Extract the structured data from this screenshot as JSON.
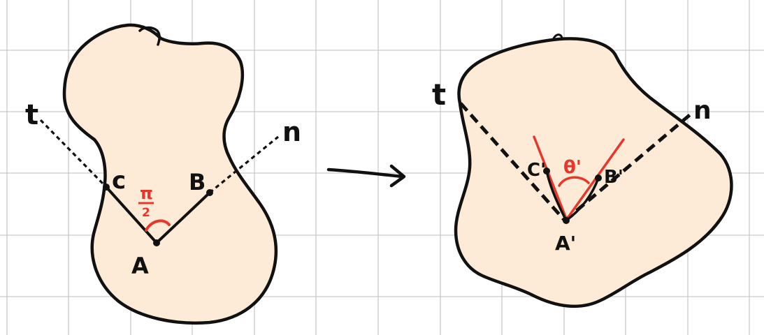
{
  "colors": {
    "background": "#ffffff",
    "grid": "#c9c9c9",
    "shape_fill": "#fdebd7",
    "ink": "#111111",
    "accent_red": "#e8372a"
  },
  "left_figure": {
    "labels": {
      "t": "t",
      "n": "n",
      "c": "c",
      "b": "B",
      "a": "A",
      "angle_num": "π",
      "angle_den": "2"
    }
  },
  "right_figure": {
    "labels": {
      "t": "t",
      "n": "n",
      "c": "C'",
      "b": "B'",
      "a": "A'",
      "angle": "θ'"
    }
  }
}
